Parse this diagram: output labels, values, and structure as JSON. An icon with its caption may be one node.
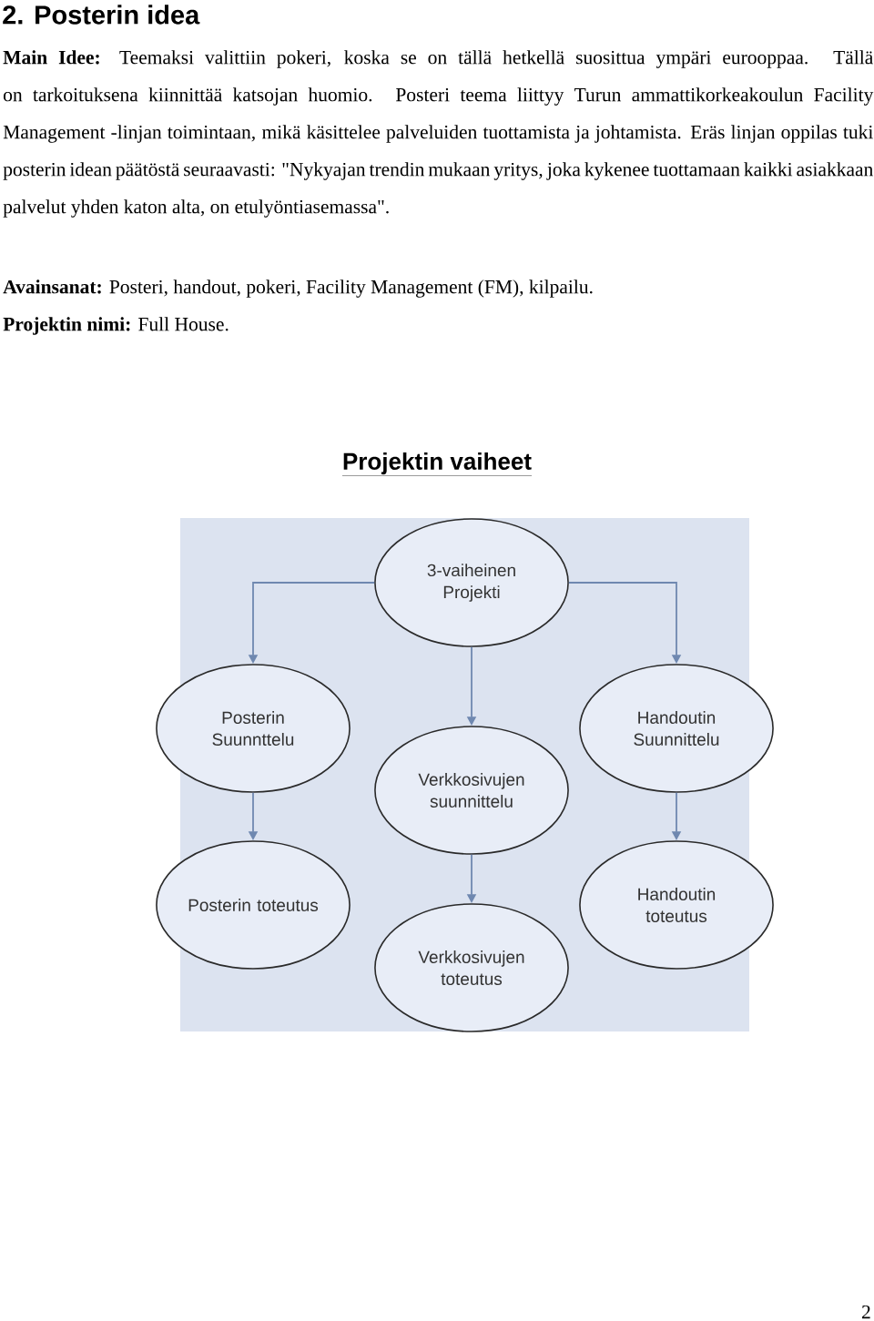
{
  "diagram": {
    "title": "2. Posterin idea",
    "nodes": [
      {
        "text": [
          "3-vaiheinen Projekti"
        ]
      },
      {
        "text": [
          "Posterin Suunnttelu"
        ]
      },
      {
        "text": [
          "Handoutin Suunnittelu"
        ]
      },
      {
        "text": [
          "Verkkosivujen suunnittelu"
        ]
      },
      {
        "text": [
          "Posterin toteutus"
        ]
      },
      {
        "text": [
          "Handoutin toteutus"
        ]
      },
      {
        "text": [
          "Verkkosivujen toteutus"
        ]
      }
    ],
    "edges": [
      {
        "from": 0,
        "to": 1,
        "arrow": "to"
      },
      {
        "from": 0,
        "to": 3,
        "arrow": "to"
      },
      {
        "from": 0,
        "to": 2,
        "arrow": "to"
      },
      {
        "from": 1,
        "to": 4,
        "arrow": "to"
      },
      {
        "from": 3,
        "to": 6,
        "arrow": "to"
      },
      {
        "from": 2,
        "to": 5,
        "arrow": "to"
      }
    ],
    "labels": [
      "**Main Idee:** Teemaksi valittiin pokeri, koska se on tällä hetkellä suosittua ympäri eurooppaa. Tällä on tarkoituksena kiinnittää katsojan huomio. Posteri teema liittyy Turun ammattikorkeakoulun Facility Management -linjan toimintaan, mikä käsittelee palveluiden tuottamista ja johtamista. Eräs linjan oppilas tuki posterin idean päätöstä seuraavasti: \"Nykyajan trendin mukaan yritys, joka kykenee tuottamaan kaikki asiakkaan palvelut yhden katon alta, on etulyöntiasemassa\".",
      "**Avainsanat:** Posteri, handout, pokeri, Facility Management (FM), kilpailu.",
      "**Projektin nimi:** Full House.",
      "Projektin vaiheet",
      "2"
    ]
  }
}
